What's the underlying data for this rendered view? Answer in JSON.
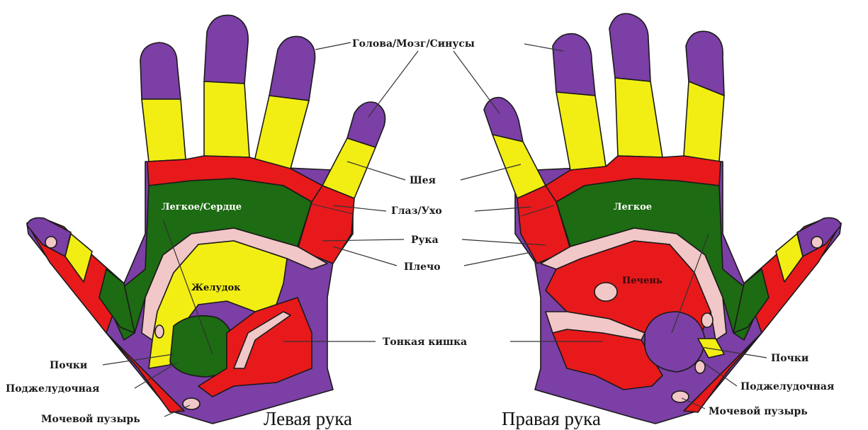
{
  "colors": {
    "head": "#7B3FA6",
    "neck": "#F2EE13",
    "band": "#E8191B",
    "lung": "#1D6B12",
    "pink": "#F2C7C7",
    "purple": "#7B3FA6",
    "yellow": "#F2EE13",
    "red": "#E8191B",
    "green": "#1D6B12",
    "ink": "#1A1A1A"
  },
  "labels": {
    "head_brain_sinuses": "Голова/Мозг/Синусы",
    "neck": "Шея",
    "eye_ear": "Глаз/Ухо",
    "arm": "Рука",
    "shoulder": "Плечо",
    "small_intestine": "Тонкая кишка"
  },
  "left_hand": {
    "caption": "Левая рука",
    "lung_heart": "Легкое/Сердце",
    "stomach": "Желудок",
    "kidneys": "Почки",
    "pancreas": "Поджелудочная",
    "bladder": "Мочевой пузырь"
  },
  "right_hand": {
    "caption": "Правая рука",
    "lung": "Легкое",
    "liver": "Печень",
    "kidneys": "Почки",
    "pancreas": "Поджелудочная",
    "bladder": "Мочевой пузырь"
  }
}
